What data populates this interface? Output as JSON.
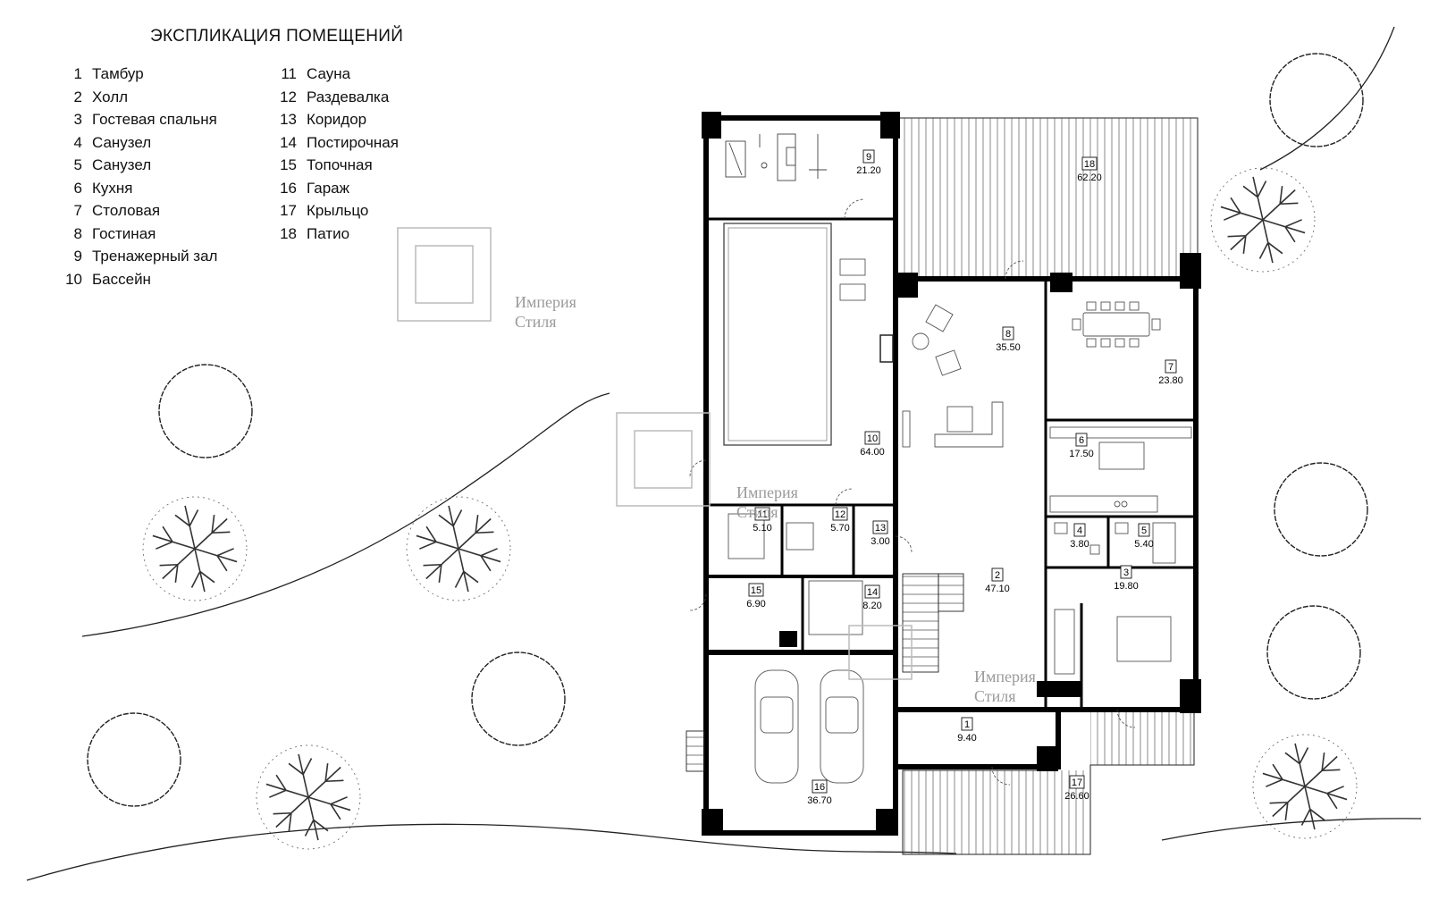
{
  "legend": {
    "title": "ЭКСПЛИКАЦИЯ ПОМЕЩЕНИЙ",
    "col1": [
      {
        "n": "1",
        "name": "Тамбур"
      },
      {
        "n": "2",
        "name": "Холл"
      },
      {
        "n": "3",
        "name": "Гостевая спальня"
      },
      {
        "n": "4",
        "name": "Санузел"
      },
      {
        "n": "5",
        "name": "Санузел"
      },
      {
        "n": "6",
        "name": "Кухня"
      },
      {
        "n": "7",
        "name": "Столовая"
      },
      {
        "n": "8",
        "name": "Гостиная"
      },
      {
        "n": "9",
        "name": "Тренажерный зал"
      },
      {
        "n": "10",
        "name": "Бассейн"
      }
    ],
    "col2": [
      {
        "n": "11",
        "name": "Сауна"
      },
      {
        "n": "12",
        "name": "Раздевалка"
      },
      {
        "n": "13",
        "name": "Коридор"
      },
      {
        "n": "14",
        "name": "Постирочная"
      },
      {
        "n": "15",
        "name": "Топочная"
      },
      {
        "n": "16",
        "name": "Гараж"
      },
      {
        "n": "17",
        "name": "Крыльцо"
      },
      {
        "n": "18",
        "name": "Патио"
      }
    ]
  },
  "rooms": [
    {
      "id": "1",
      "area": "9.40"
    },
    {
      "id": "2",
      "area": "47.10"
    },
    {
      "id": "3",
      "area": "19.80"
    },
    {
      "id": "4",
      "area": "3.80"
    },
    {
      "id": "5",
      "area": "5.40"
    },
    {
      "id": "6",
      "area": "17.50"
    },
    {
      "id": "7",
      "area": "23.80"
    },
    {
      "id": "8",
      "area": "35.50"
    },
    {
      "id": "9",
      "area": "21.20"
    },
    {
      "id": "10",
      "area": "64.00"
    },
    {
      "id": "11",
      "area": "5.10"
    },
    {
      "id": "12",
      "area": "5.70"
    },
    {
      "id": "13",
      "area": "3.00"
    },
    {
      "id": "14",
      "area": "8.20"
    },
    {
      "id": "15",
      "area": "6.90"
    },
    {
      "id": "16",
      "area": "36.70"
    },
    {
      "id": "17",
      "area": "26.60"
    },
    {
      "id": "18",
      "area": "62.20"
    }
  ],
  "watermark": {
    "line1": "Империя",
    "line2": "Стиля"
  }
}
